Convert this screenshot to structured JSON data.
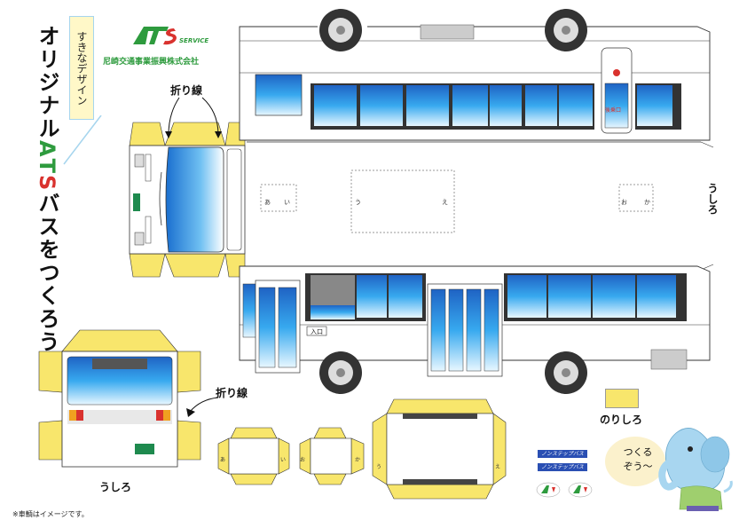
{
  "page": {
    "title": "オリジナルATSバスをつくろう！",
    "title_parts": [
      "オリジナル",
      "A",
      "T",
      "S",
      "バスをつくろう！"
    ],
    "design_tag": "すきなデザイン",
    "company_name": "尼崎交通事業振興株式会社",
    "logo_word": "SERVICE",
    "note": "※車輌はイメージです。"
  },
  "labels": {
    "fold_line_top": "折り線",
    "fold_line_bottom": "折り線",
    "back_right": "うしろ",
    "back_bottom": "うしろ",
    "glue_tab": "のりしろ",
    "entrance": "入口",
    "rear_exit": "後乗口"
  },
  "markers": {
    "roof": [
      "あ",
      "い",
      "う",
      "え",
      "お",
      "か"
    ],
    "box_left": [
      "あ",
      "い"
    ],
    "box_mid": [
      "お",
      "か"
    ],
    "box_big": [
      "う",
      "え"
    ]
  },
  "stickers": [
    "ノンステップバス",
    "ノンステップバス"
  ],
  "mascot": {
    "speech": [
      "つくる",
      "ぞう～"
    ],
    "colors": {
      "body": "#a8d6f0",
      "shirt": "#9fcf6e"
    }
  },
  "colors": {
    "panel_yellow": "#f8e66c",
    "brand_green": "#2e9b3e",
    "brand_red": "#d9322e",
    "window_blue": "#2b8fe0",
    "tag_border": "#a6d5ee"
  }
}
